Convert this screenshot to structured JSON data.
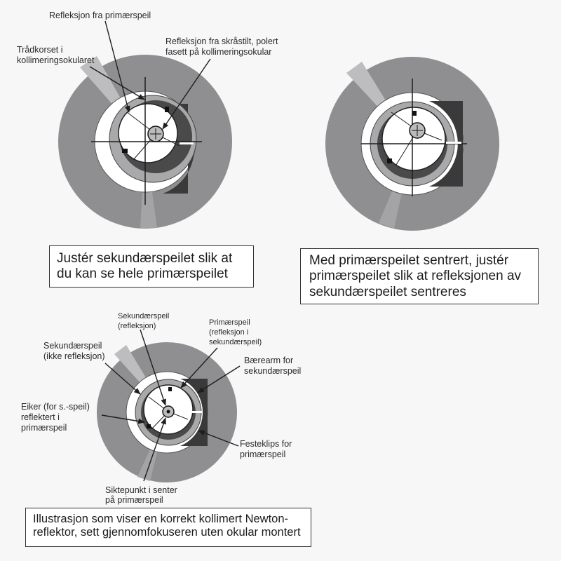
{
  "colors": {
    "outer_ring": "#8f8f91",
    "light_wedge": "#bdbdbf",
    "white": "#ffffff",
    "ring_gray": "#a9a9ab",
    "dark_band": "#3a3a3a",
    "line": "#1e1e1e",
    "text": "#2a2a2a"
  },
  "figure1": {
    "label_primary_reflection": "Refleksjon fra primærspeil",
    "label_crosshair": "Trådkorset i\nkollimeringsokularet",
    "label_facet": "Refleksjon fra skråstilt, polert\nfasett på kollimeringsokular",
    "caption": "Justér sekundærspeilet slik at\ndu kan se hele primærspeilet"
  },
  "figure2": {
    "caption": "Med primærspeilet sentrert, justér\nprimærspeilet slik at refleksjonen av\nsekundærspeilet sentreres"
  },
  "figure3": {
    "label_secondary_reflection": "Sekundærspeil\n(refleksjon)",
    "label_primary_in_secondary": "Primærspeil\n(refleksjon i\nsekundærspeil)",
    "label_secondary_no_reflection": "Sekundærspeil\n(ikke refleksjon)",
    "label_support_arm": "Bærearm for\nsekundærspeil",
    "label_spokes": "Eiker (for s.-speil)\nreflektert i\nprimærspeil",
    "label_mirror_clips": "Festeklips for\nprimærspeil",
    "label_aim_point": "Siktepunkt i senter\npå primærspeil",
    "caption": "Illustrasjon som viser en korrekt kollimert Newton-\nreflektor, sett gjennomfokuseren uten okular montert"
  }
}
